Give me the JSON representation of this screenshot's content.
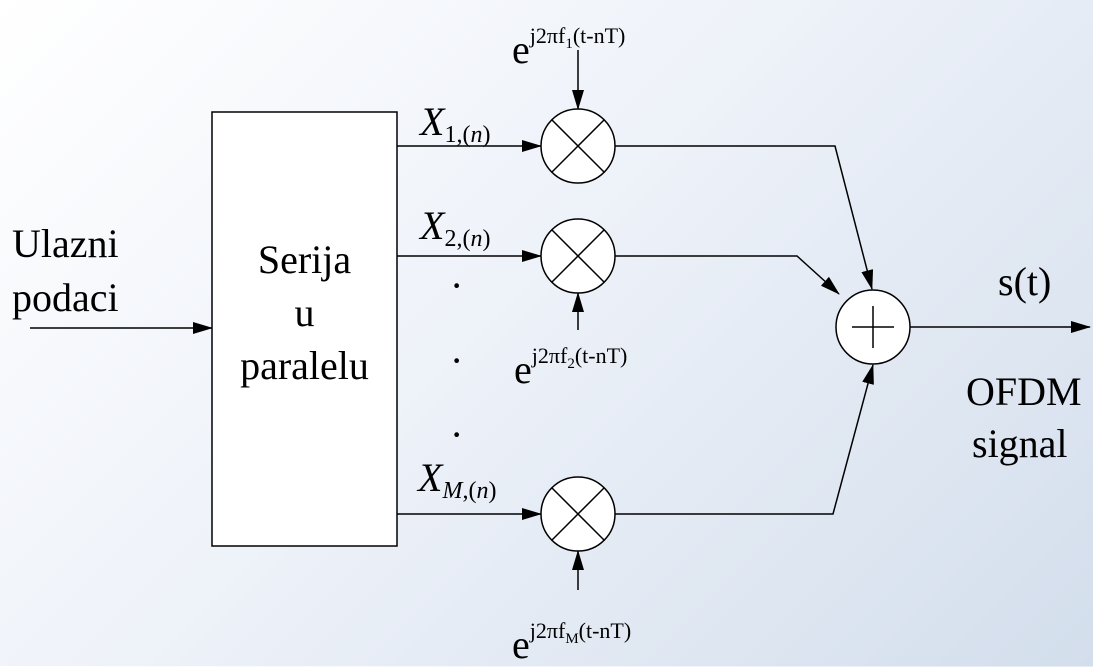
{
  "input": {
    "line1": "Ulazni",
    "line2": "podaci"
  },
  "block": {
    "line1": "Serija",
    "line2": "u",
    "line3": "paralelu"
  },
  "branches": [
    {
      "x_main": "X",
      "x_sub": "1,(",
      "x_sub_it": "n",
      "x_sub_end": ")",
      "exp_base": "e",
      "exp_pre": "j2πf",
      "exp_idx": "1",
      "exp_post": "(t-nT)"
    },
    {
      "x_main": "X",
      "x_sub": "2,(",
      "x_sub_it": "n",
      "x_sub_end": ")",
      "exp_base": "e",
      "exp_pre": "j2πf",
      "exp_idx": "2",
      "exp_post": "(t-nT)"
    },
    {
      "x_main": "X",
      "x_sub": "",
      "x_sub_it": "M",
      "x_sub_mid": ",(",
      "x_sub_it2": "n",
      "x_sub_end": ")",
      "exp_base": "e",
      "exp_pre": "j2πf",
      "exp_idx": "M",
      "exp_post": "(t-nT)"
    }
  ],
  "dots": [
    "·",
    "·",
    "·"
  ],
  "output": {
    "signal": "s(t)",
    "line1": "OFDM",
    "line2": "signal"
  },
  "colors": {
    "stroke": "#000000",
    "block_fill": "#ffffff"
  }
}
